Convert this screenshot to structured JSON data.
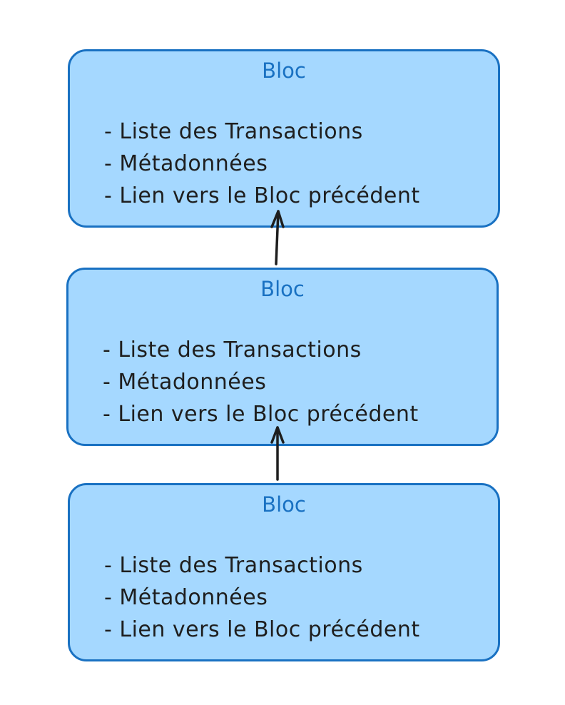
{
  "blocks": [
    {
      "title": "Bloc",
      "items": [
        "- Liste des Transactions",
        "- Métadonnées",
        "- Lien vers le Bloc précédent"
      ]
    },
    {
      "title": "Bloc",
      "items": [
        "- Liste des Transactions",
        "- Métadonnées",
        "- Lien vers le Bloc précédent"
      ]
    },
    {
      "title": "Bloc",
      "items": [
        "- Liste des Transactions",
        "- Métadonnées",
        "- Lien vers le Bloc précédent"
      ]
    }
  ],
  "colors": {
    "block_fill": "#a5d8ff",
    "block_stroke": "#1971c2",
    "title_text": "#1971c2",
    "body_text": "#1e1e1e",
    "arrow": "#1e1e1e"
  }
}
